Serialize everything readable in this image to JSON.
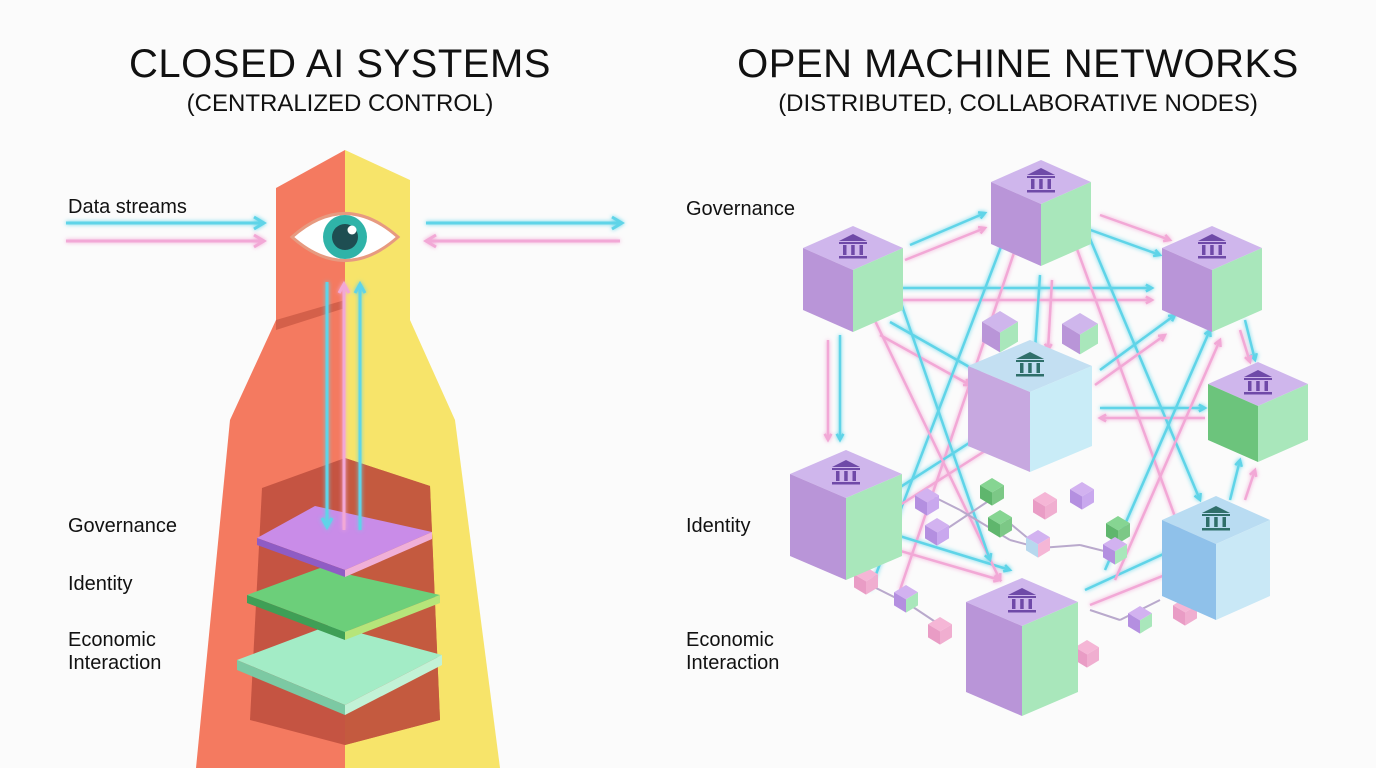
{
  "left_panel": {
    "title": "CLOSED AI SYSTEMS",
    "subtitle": "(CENTRALIZED CONTROL)",
    "labels": {
      "data_streams": "Data streams",
      "governance": "Governance",
      "identity": "Identity",
      "economic_line1": "Economic",
      "economic_line2": "Interaction"
    },
    "icon": "eye-icon",
    "layers": [
      {
        "name": "Governance",
        "color": "#c98ce8"
      },
      {
        "name": "Identity",
        "color": "#6ccf7a"
      },
      {
        "name": "Economic Interaction",
        "color": "#a3ecc6"
      }
    ]
  },
  "right_panel": {
    "title": "OPEN MACHINE NETWORKS",
    "subtitle": "(DISTRIBUTED, COLLABORATIVE NODES)",
    "labels": {
      "governance": "Governance",
      "identity": "Identity",
      "economic_line1": "Economic",
      "economic_line2": "Interaction"
    },
    "node_icon": "institution-icon"
  },
  "colors": {
    "tower_left": "#f47a60",
    "tower_right": "#f7e46a",
    "stream_cyan": "#5fd4e8",
    "stream_pink": "#f2a8d6",
    "eye_iris": "#2fb3a8",
    "node_purple": "#c7a8e0",
    "node_green": "#a8e6b8",
    "node_blue": "#bfe3f3"
  }
}
